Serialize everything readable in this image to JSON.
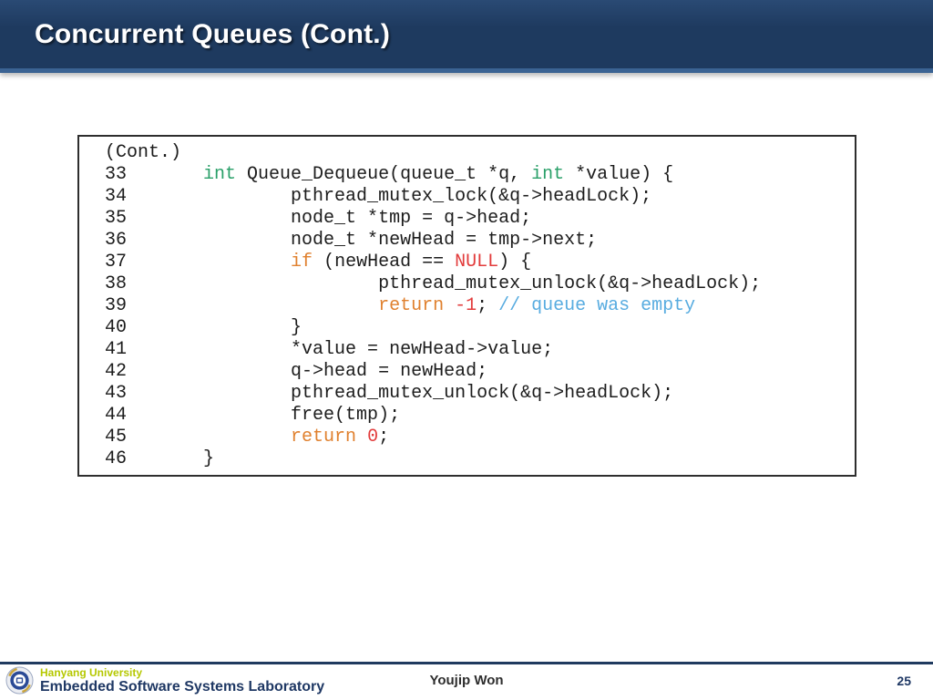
{
  "slide": {
    "title": "Concurrent Queues (Cont.)",
    "presenter": "Youjip Won",
    "page_number": "25"
  },
  "footer": {
    "university": "Hanyang University",
    "lab": "Embedded Software Systems Laboratory"
  },
  "icons": {
    "logo": "hanyang-university-emblem"
  },
  "colors": {
    "header_bg": "#1e3a5f",
    "header_bg_top": "#2a4a74",
    "header_accent": "#3b6393",
    "title_color": "#ffffff",
    "body_bg": "#ffffff",
    "box_border": "#2e2e2e",
    "code_plain": "#1c1c1c",
    "kw_type": "#2aa069",
    "kw_flow": "#e0812f",
    "literal": "#e23b3b",
    "comment": "#58ace0",
    "footer_rule": "#1f3a5f",
    "navy": "#1f3864",
    "lime": "#b5c800",
    "presenter": "#2e2e2e",
    "logo_blue": "#2b4a96",
    "logo_gold": "#caa53d"
  },
  "code": {
    "cont_label": "(Cont.)",
    "lines": [
      {
        "no": "33",
        "indent": 7,
        "segments": [
          {
            "c": "type",
            "t": "int"
          },
          {
            "c": "plain",
            "t": " Queue_Dequeue(queue_t *q, "
          },
          {
            "c": "type",
            "t": "int"
          },
          {
            "c": "plain",
            "t": " *value) {"
          }
        ]
      },
      {
        "no": "34",
        "indent": 15,
        "segments": [
          {
            "c": "plain",
            "t": "pthread_mutex_lock(&q->headLock);"
          }
        ]
      },
      {
        "no": "35",
        "indent": 15,
        "segments": [
          {
            "c": "plain",
            "t": "node_t *tmp = q->head;"
          }
        ]
      },
      {
        "no": "36",
        "indent": 15,
        "segments": [
          {
            "c": "plain",
            "t": "node_t *newHead = tmp->next;"
          }
        ]
      },
      {
        "no": "37",
        "indent": 15,
        "segments": [
          {
            "c": "flow",
            "t": "if"
          },
          {
            "c": "plain",
            "t": " (newHead == "
          },
          {
            "c": "literal",
            "t": "NULL"
          },
          {
            "c": "plain",
            "t": ") {"
          }
        ]
      },
      {
        "no": "38",
        "indent": 23,
        "segments": [
          {
            "c": "plain",
            "t": "pthread_mutex_unlock(&q->headLock);"
          }
        ]
      },
      {
        "no": "39",
        "indent": 23,
        "segments": [
          {
            "c": "flow",
            "t": "return"
          },
          {
            "c": "plain",
            "t": " "
          },
          {
            "c": "literal",
            "t": "-1"
          },
          {
            "c": "plain",
            "t": "; "
          },
          {
            "c": "comment",
            "t": "// queue was empty"
          }
        ]
      },
      {
        "no": "40",
        "indent": 15,
        "segments": [
          {
            "c": "plain",
            "t": "}"
          }
        ]
      },
      {
        "no": "41",
        "indent": 15,
        "segments": [
          {
            "c": "plain",
            "t": "*value = newHead->value;"
          }
        ]
      },
      {
        "no": "42",
        "indent": 15,
        "segments": [
          {
            "c": "plain",
            "t": "q->head = newHead;"
          }
        ]
      },
      {
        "no": "43",
        "indent": 15,
        "segments": [
          {
            "c": "plain",
            "t": "pthread_mutex_unlock(&q->headLock);"
          }
        ]
      },
      {
        "no": "44",
        "indent": 15,
        "segments": [
          {
            "c": "plain",
            "t": "free(tmp);"
          }
        ]
      },
      {
        "no": "45",
        "indent": 15,
        "segments": [
          {
            "c": "flow",
            "t": "return"
          },
          {
            "c": "plain",
            "t": " "
          },
          {
            "c": "literal",
            "t": "0"
          },
          {
            "c": "plain",
            "t": ";"
          }
        ]
      },
      {
        "no": "46",
        "indent": 7,
        "segments": [
          {
            "c": "plain",
            "t": "}"
          }
        ]
      }
    ]
  }
}
